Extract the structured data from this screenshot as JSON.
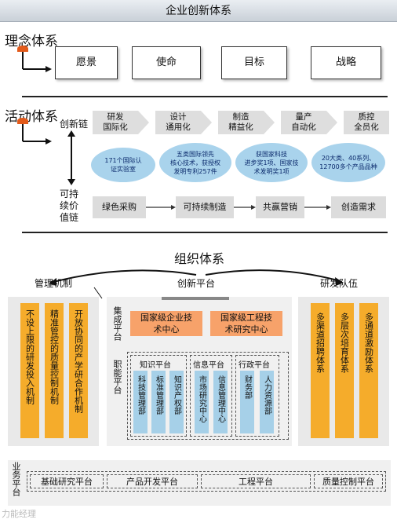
{
  "header": {
    "title": "企业创新体系"
  },
  "concept": {
    "title": "理念体系",
    "items": [
      "愿景",
      "使命",
      "目标",
      "战略"
    ]
  },
  "activity": {
    "title": "活动体系",
    "innovation_label": "创新链",
    "value_label_1": "可持",
    "value_label_2": "续价",
    "value_label_3": "值链",
    "steps": [
      "研发\n国际化",
      "设计\n通用化",
      "制造\n精益化",
      "量产\n自动化",
      "质控\n全员化"
    ],
    "results": [
      "171个国际认\n证实验室",
      "五类国际领先\n核心技术，获授权\n发明专利257件",
      "获国家科技\n进步奖1项、国家技\n术发明奖1项",
      "20大类、40系列、\n12700多个产品品种"
    ],
    "chain": [
      "绿色采购",
      "可持续制造",
      "共赢营销",
      "创造需求"
    ]
  },
  "org": {
    "title": "组织体系",
    "left_label": "管理机制",
    "center_label": "创新平台",
    "right_label": "研发队伍",
    "mechanisms": [
      "不设上限的研发投入机制",
      "精准管控的质量控制机制",
      "开放协同的产学研合作机制"
    ],
    "teams": [
      "多渠道招聘体系",
      "多层次培育体系",
      "多通道激励体系"
    ],
    "integration_label": "集成平台",
    "integration_items": [
      "国家级企业技\n术中心",
      "国家级工程技\n术研究中心"
    ],
    "function_label": "职能平台",
    "knowledge": {
      "title": "知识平台",
      "cols": [
        "科技管理部",
        "标准管理部",
        "知识产权部"
      ]
    },
    "info": {
      "title": "信息平台",
      "cols": [
        "市场研究中心",
        "信息管理中心"
      ]
    },
    "admin": {
      "title": "行政平台",
      "cols": [
        "财务部",
        "人力资源部"
      ]
    }
  },
  "business": {
    "label": "业务平台",
    "items": [
      "基础研究平台",
      "产品开发平台",
      "工程平台",
      "质量控制平台"
    ]
  },
  "watermark": "力能经理"
}
